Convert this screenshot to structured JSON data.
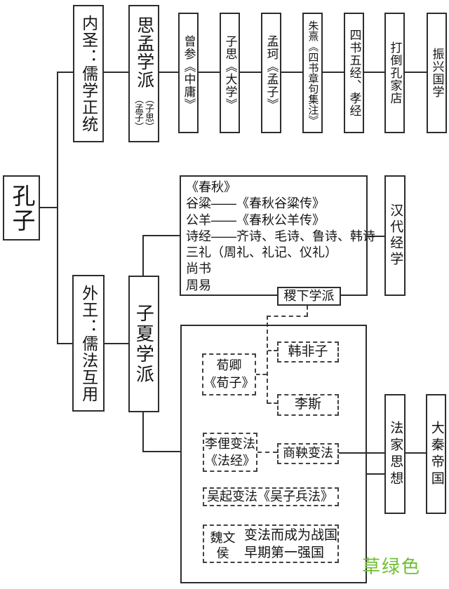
{
  "root_label": "孔子",
  "branch_inner": "内圣：儒学正统",
  "branch_outer": "外王：儒法互用",
  "simeng": {
    "title": "思孟学派",
    "sub_right": "（子思）",
    "sub_left": "（孟子）"
  },
  "top_chain": [
    "曾参《中庸》",
    "子思《大学》",
    "孟珂《孟子》",
    "朱熹《四书章句集注》",
    "四书五经、孝经",
    "打倒孔家店",
    "振兴国学"
  ],
  "zixia_label": "子夏学派",
  "classics": {
    "lines": [
      "《春秋》",
      "谷粱——《春秋谷粱传》",
      "公羊——《春秋公羊传》",
      "诗经——齐诗、毛诗、鲁诗、韩诗",
      "三礼（周礼、礼记、仪礼）",
      "尚书",
      "周易"
    ]
  },
  "handai_label": "汉代经学",
  "jixia_label": "稷下学派",
  "hanfeizi_label": "韩非子",
  "xunqing": {
    "line1": "荀卿",
    "line2": "《荀子》"
  },
  "lisi_label": "李斯",
  "likui": {
    "line1": "李俚变法",
    "line2": "《法经》"
  },
  "shangyang_label": "商鞅变法",
  "wuqi_label": "吴起变法《吴子兵法》",
  "weiwenhou": {
    "name": "魏文侯",
    "desc_line1": "变法而成为战国",
    "desc_line2": "早期第一强国"
  },
  "fajia_label": "法家思想",
  "daqin_label": "大秦帝国",
  "annotation": {
    "text": "草绿色",
    "color": "#6dbf31"
  }
}
